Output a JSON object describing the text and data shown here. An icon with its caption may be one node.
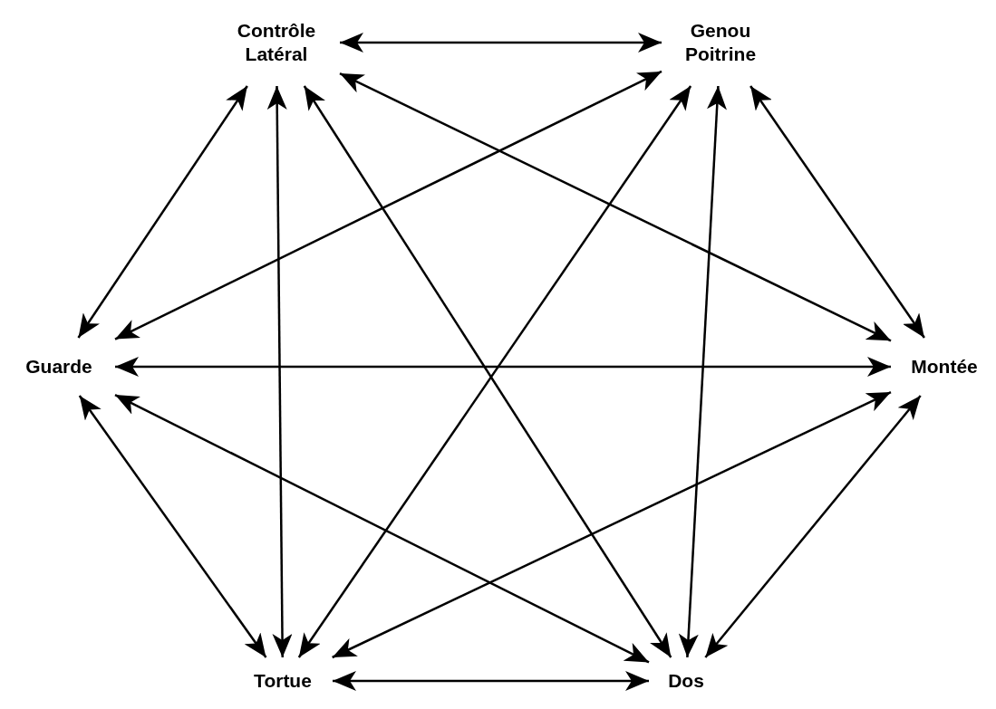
{
  "diagram": {
    "nodes": [
      {
        "text": [
          "Contrôle Latéral"
        ]
      },
      {
        "text": [
          "Genou Poitrine"
        ]
      },
      {
        "text": [
          "Guarde"
        ]
      },
      {
        "text": [
          "Montée"
        ]
      },
      {
        "text": [
          "Tortue"
        ]
      },
      {
        "text": [
          "Dos"
        ]
      }
    ],
    "edges": [
      {
        "from": 0,
        "to": 1,
        "arrow": "both"
      },
      {
        "from": 0,
        "to": 2,
        "arrow": "both"
      },
      {
        "from": 0,
        "to": 4,
        "arrow": "both"
      },
      {
        "from": 0,
        "to": 5,
        "arrow": "both"
      },
      {
        "from": 0,
        "to": 3,
        "arrow": "both"
      },
      {
        "from": 1,
        "to": 2,
        "arrow": "both"
      },
      {
        "from": 1,
        "to": 4,
        "arrow": "both"
      },
      {
        "from": 1,
        "to": 5,
        "arrow": "both"
      },
      {
        "from": 1,
        "to": 3,
        "arrow": "both"
      },
      {
        "from": 2,
        "to": 3,
        "arrow": "both"
      },
      {
        "from": 2,
        "to": 4,
        "arrow": "both"
      },
      {
        "from": 2,
        "to": 5,
        "arrow": "both"
      },
      {
        "from": 3,
        "to": 4,
        "arrow": "both"
      },
      {
        "from": 3,
        "to": 5,
        "arrow": "both"
      },
      {
        "from": 4,
        "to": 5,
        "arrow": "both"
      }
    ]
  }
}
